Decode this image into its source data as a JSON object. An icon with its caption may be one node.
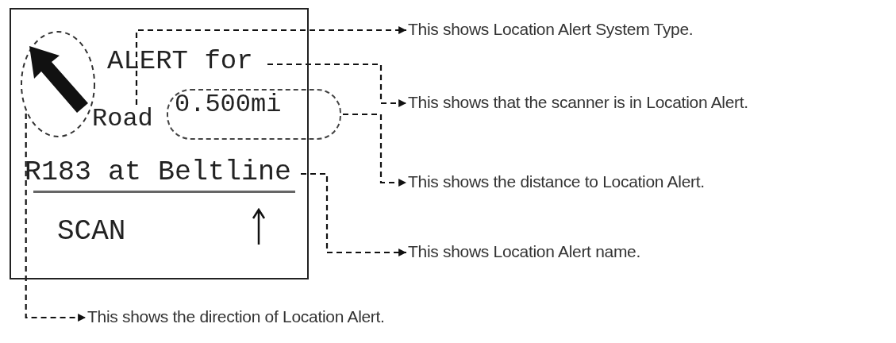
{
  "diagram": {
    "nodes": [
      {
        "text": [],
        "shape": "box"
      },
      {
        "text": [],
        "shape": "circle",
        "in": 0
      },
      {
        "text": [
          "ALERT for"
        ],
        "in": 0
      },
      {
        "text": [
          "Road"
        ],
        "in": 0
      },
      {
        "text": [
          "0.500mi"
        ]
      },
      {
        "text": [
          "R183 at Beltline"
        ],
        "in": 0
      },
      {
        "text": [
          "This shows Location Alert System Type."
        ]
      },
      {
        "text": [
          "This shows that the scanner is in Location Alert."
        ]
      },
      {
        "text": [
          "This shows the distance to Location Alert."
        ]
      },
      {
        "text": [
          "This shows Location Alert name."
        ]
      },
      {
        "text": [
          "This shows the direction of Location Alert."
        ]
      }
    ],
    "edges": [
      {
        "from": 3,
        "to": 6,
        "arrow": "to",
        "style": "dashed"
      },
      {
        "from": 2,
        "to": 7,
        "arrow": "to",
        "style": "dashed"
      },
      {
        "from": 4,
        "to": 8,
        "arrow": "to",
        "style": "dashed"
      },
      {
        "from": 5,
        "to": 9,
        "arrow": "to",
        "style": "dashed"
      },
      {
        "from": 1,
        "to": 10,
        "arrow": "to",
        "style": "dashed"
      }
    ],
    "labels": [
      "SCAN"
    ]
  }
}
